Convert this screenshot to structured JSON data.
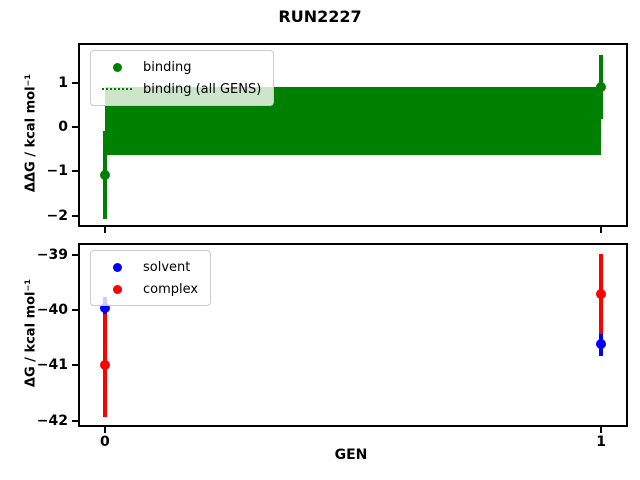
{
  "figure": {
    "suptitle": "RUN2227",
    "background": "#ffffff"
  },
  "chart_data": [
    {
      "type": "scatter",
      "ylabel": "ΔΔG / kcal mol⁻¹",
      "xlim": [
        -0.05,
        1.05
      ],
      "ylim": [
        -2.21,
        1.85
      ],
      "x": [
        0,
        1
      ],
      "series": [
        {
          "name": "binding",
          "color": "#008000",
          "marker": "circle",
          "y": [
            -1.08,
            0.9
          ],
          "yerr": [
            1.0,
            0.73
          ]
        }
      ],
      "band": {
        "name": "binding (all GENS)",
        "color": "#008000",
        "x0": 0,
        "x1": 1,
        "y_low": -0.63,
        "y_high": 0.9
      },
      "yticks": [
        {
          "v": 1,
          "label": "1"
        },
        {
          "v": 0,
          "label": "0"
        },
        {
          "v": -1,
          "label": "−1"
        },
        {
          "v": -2,
          "label": "−2"
        }
      ],
      "xticks": [
        {
          "v": 0,
          "label": "0"
        },
        {
          "v": 1,
          "label": "1"
        }
      ],
      "show_xtick_labels": false,
      "legend": [
        {
          "label": "binding",
          "marker": "dot",
          "color": "#008000"
        },
        {
          "label": "binding (all GENS)",
          "marker": "dotted-line",
          "color": "#008000"
        }
      ],
      "legend_position": "upper left",
      "grid": false
    },
    {
      "type": "scatter",
      "ylabel": "ΔG / kcal mol⁻¹",
      "xlabel": "GEN",
      "xlim": [
        -0.05,
        1.05
      ],
      "ylim": [
        -42.08,
        -38.82
      ],
      "x": [
        0,
        1
      ],
      "series": [
        {
          "name": "solvent",
          "color": "#0000ff",
          "marker": "circle",
          "y": [
            -39.97,
            -40.61
          ],
          "yerr": [
            0.2,
            0.22
          ]
        },
        {
          "name": "complex",
          "color": "#ff0000",
          "marker": "circle",
          "y": [
            -41.0,
            -39.71
          ],
          "yerr": [
            0.93,
            0.72
          ]
        }
      ],
      "yticks": [
        {
          "v": -39,
          "label": "−39"
        },
        {
          "v": -40,
          "label": "−40"
        },
        {
          "v": -41,
          "label": "−41"
        },
        {
          "v": -42,
          "label": "−42"
        }
      ],
      "xticks": [
        {
          "v": 0,
          "label": "0"
        },
        {
          "v": 1,
          "label": "1"
        }
      ],
      "show_xtick_labels": true,
      "legend": [
        {
          "label": "solvent",
          "marker": "dot",
          "color": "#0000ff"
        },
        {
          "label": "complex",
          "marker": "dot",
          "color": "#ff0000"
        }
      ],
      "legend_position": "upper left",
      "grid": false
    }
  ]
}
